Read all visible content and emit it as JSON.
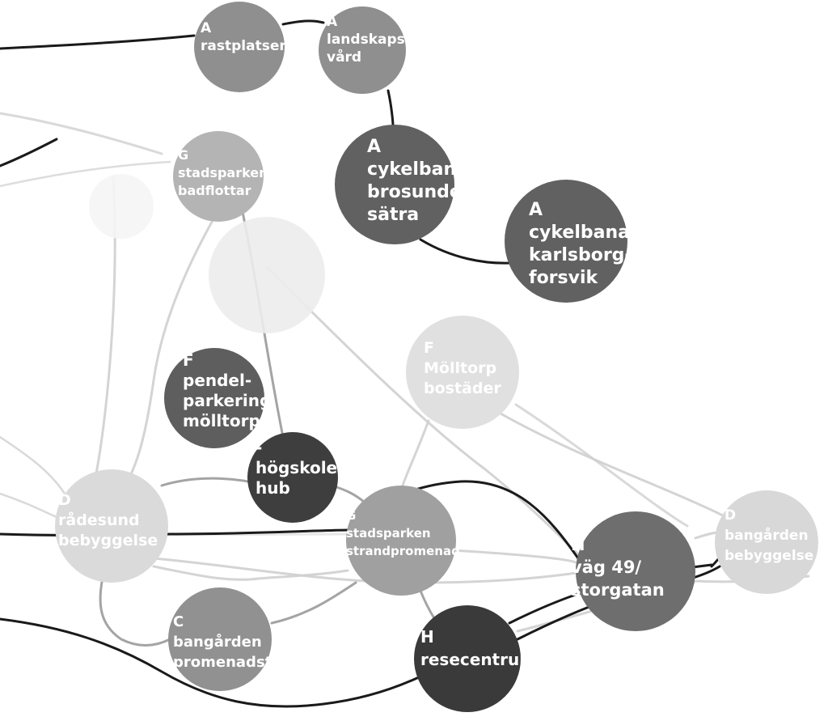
{
  "diagram": {
    "nodes": [
      {
        "id": "a-rastplatser",
        "lines": [
          "A",
          "rastplatser"
        ],
        "color": "#8f8f8f"
      },
      {
        "id": "a-landskapsvard",
        "lines": [
          "A",
          "landskaps-",
          "vård"
        ],
        "color": "#8f8f8f"
      },
      {
        "id": "a-cykelbana-brosundet",
        "lines": [
          "A",
          "cykelbana",
          "brosundet -",
          "sätra"
        ],
        "color": "#616161"
      },
      {
        "id": "a-cykelbana-karlsborg",
        "lines": [
          "A",
          "cykelbana",
          "karlsborg-",
          "forsvik"
        ],
        "color": "#616161"
      },
      {
        "id": "g-stadsparken-badflottar",
        "lines": [
          "G",
          "stadsparken",
          "badflottar"
        ],
        "color": "#b4b4b4"
      },
      {
        "id": "f-molltorp-bostader",
        "lines": [
          "F",
          "Mölltorp",
          "bostäder"
        ],
        "color": "#e0e0e0"
      },
      {
        "id": "f-pendelparkering",
        "lines": [
          "F",
          "pendel-",
          "parkering",
          "mölltorp"
        ],
        "color": "#5e5e5e"
      },
      {
        "id": "hogskolehub",
        "lines": [
          "-",
          "högskole-",
          "hub"
        ],
        "color": "#3e3e3e"
      },
      {
        "id": "d-radesund-bebyggelse",
        "lines": [
          "D",
          "rådesund",
          "bebyggelse"
        ],
        "color": "#dadada"
      },
      {
        "id": "g-stadsparken-strandpromenad",
        "lines": [
          "G",
          "stadsparken",
          "strandpromenad"
        ],
        "color": "#a0a0a0"
      },
      {
        "id": "h-vag49-storgatan",
        "lines": [
          "H",
          "väg 49/",
          "storgatan"
        ],
        "color": "#6e6e6e"
      },
      {
        "id": "d-bangarden-bebyggelse",
        "lines": [
          "D",
          "bangården",
          "bebyggelse"
        ],
        "color": "#d8d8d8"
      },
      {
        "id": "c-bangarden-promenadstig",
        "lines": [
          "C",
          "bangården",
          "promenadstig"
        ],
        "color": "#919191"
      },
      {
        "id": "h-resecentrum",
        "lines": [
          "H",
          "resecentrum"
        ],
        "color": "#3a3a3a"
      }
    ],
    "colors": {
      "dark_link": "#1a1a1a",
      "light_link": "#cfcfcf",
      "mid_link": "#9a9a9a",
      "text": "#ffffff"
    }
  }
}
